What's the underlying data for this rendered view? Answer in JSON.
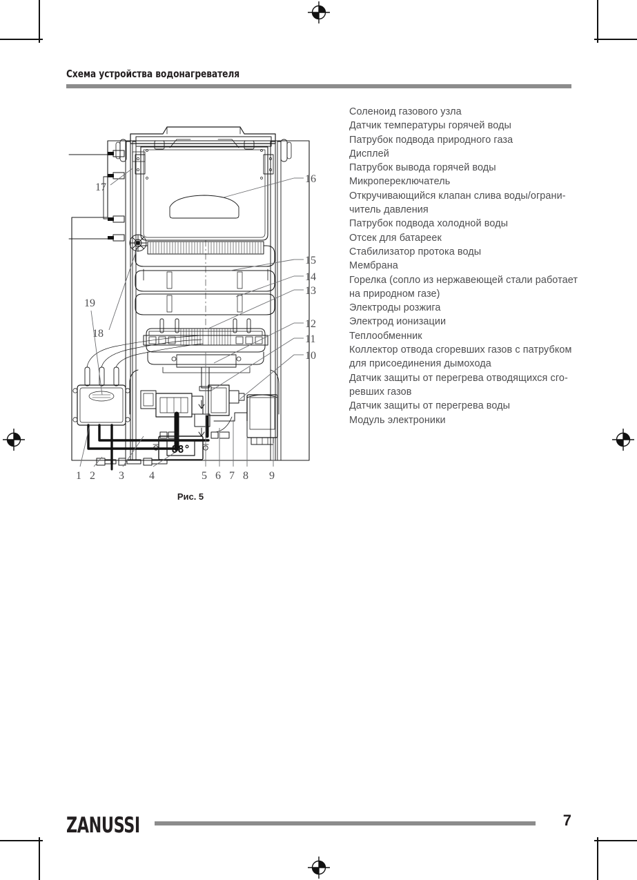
{
  "document": {
    "header_title": "Схема устройства водонагревателя",
    "figure_caption": "Рис. 5",
    "brand": "ZANUSSI",
    "page_number": "7"
  },
  "legend": {
    "items": [
      {
        "index": "1",
        "label": "Соленоид газового узла"
      },
      {
        "index": "2",
        "label": "Датчик температуры горячей воды"
      },
      {
        "index": "3",
        "label": "Патрубок подвода природного газа"
      },
      {
        "index": "4",
        "label": "Дисплей"
      },
      {
        "index": "5",
        "label": "Патрубок вывода горячей воды"
      },
      {
        "index": "6",
        "label": "Микропереключатель"
      },
      {
        "index": "7",
        "label": "Откручивающийся клапан слива воды/ограничитель давления",
        "line1": "Откручивающийся  клапан  слива  воды/ограни-",
        "line2": "читель давления"
      },
      {
        "index": "8",
        "label": "Патрубок подвода холодной воды"
      },
      {
        "index": "9",
        "label": "Отсек для батареек"
      },
      {
        "index": "10",
        "label": "Стабилизатор протока воды"
      },
      {
        "index": "11",
        "label": "Мембрана"
      },
      {
        "index": "12",
        "label": "Горелка (сопло из нержавеющей стали работает на природном газе)",
        "line1": "Горелка (сопло из нержавеющей стали работает",
        "line2": "на природном газе)"
      },
      {
        "index": "13",
        "label": "Электроды розжига"
      },
      {
        "index": "14",
        "label": "Электрод ионизации"
      },
      {
        "index": "15",
        "label": "Теплообменник"
      },
      {
        "index": "16",
        "label": "Коллектор отвода сгоревших газов с патрубком для присоединения дымохода",
        "line1": "Коллектор отвода сгоревших газов с патрубком",
        "line2": "для присоединения дымохода"
      },
      {
        "index": "17",
        "label": "Датчик защиты от перегрева отводящихся сгоревших газов",
        "line1": "Датчик  защиты  от  перегрева  отводящихся  сго-",
        "line2": "ревших газов"
      },
      {
        "index": "18",
        "label": "Датчик защиты от перегрева воды"
      },
      {
        "index": "19",
        "label": "Модуль электроники"
      }
    ]
  },
  "figure": {
    "display_value": "88",
    "callouts_bottom": [
      "1",
      "2",
      "3",
      "4",
      "5",
      "6",
      "7",
      "8",
      "9"
    ],
    "callouts_right": [
      "10",
      "11",
      "12",
      "13",
      "14",
      "15",
      "16"
    ],
    "callouts_left": [
      "17",
      "18",
      "19"
    ]
  },
  "colors": {
    "rule_gray": "#8c8c8c",
    "text_dark": "#231f20",
    "legend_gray": "#4d4d4f",
    "line_black": "#1a1a1a"
  }
}
